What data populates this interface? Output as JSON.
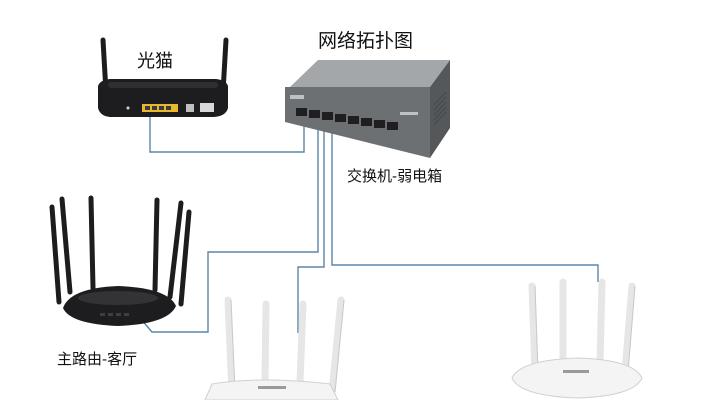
{
  "diagram": {
    "title": "网络拓扑图",
    "nodes": {
      "modem": {
        "label": "光猫"
      },
      "switch": {
        "label": "交换机-弱电箱"
      },
      "main_router": {
        "label": "主路由-客厅"
      },
      "router_2": {
        "label": ""
      },
      "router_3": {
        "label": ""
      }
    },
    "colors": {
      "cable": "#5b87a8",
      "device_black": "#1d1d1f",
      "switch_body": "#6d7073",
      "router_white": "#f4f4f4",
      "port_yellow": "#e8b82e"
    }
  }
}
